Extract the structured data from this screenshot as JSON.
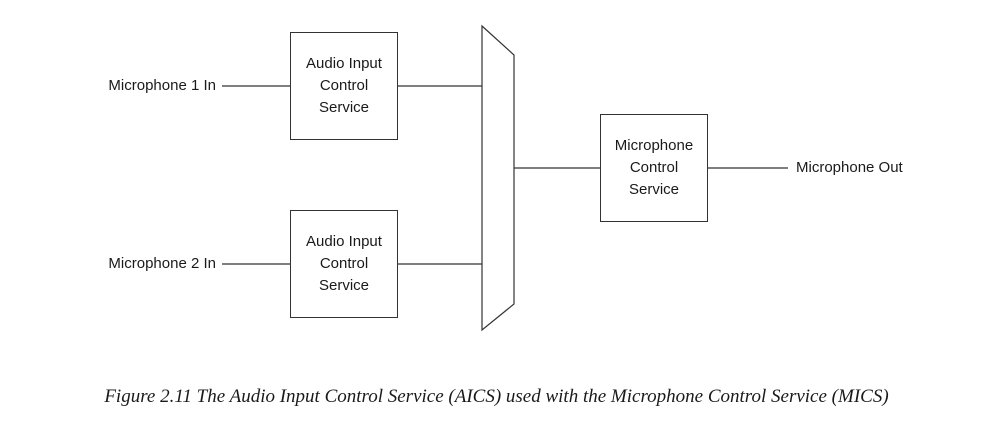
{
  "inputs": [
    {
      "label": "Microphone 1 In"
    },
    {
      "label": "Microphone 2 In"
    }
  ],
  "aics_boxes": [
    {
      "lines": [
        "Audio Input",
        "Control",
        "Service"
      ]
    },
    {
      "lines": [
        "Audio Input",
        "Control",
        "Service"
      ]
    }
  ],
  "mics_box": {
    "lines": [
      "Microphone",
      "Control",
      "Service"
    ]
  },
  "output": {
    "label": "Microphone Out"
  },
  "caption": "Figure 2.11  The Audio Input Control Service (AICS) used with the Microphone Control Service (MICS)",
  "colors": {
    "line": "#333333",
    "text": "#1a1a1a",
    "background": "#ffffff"
  }
}
